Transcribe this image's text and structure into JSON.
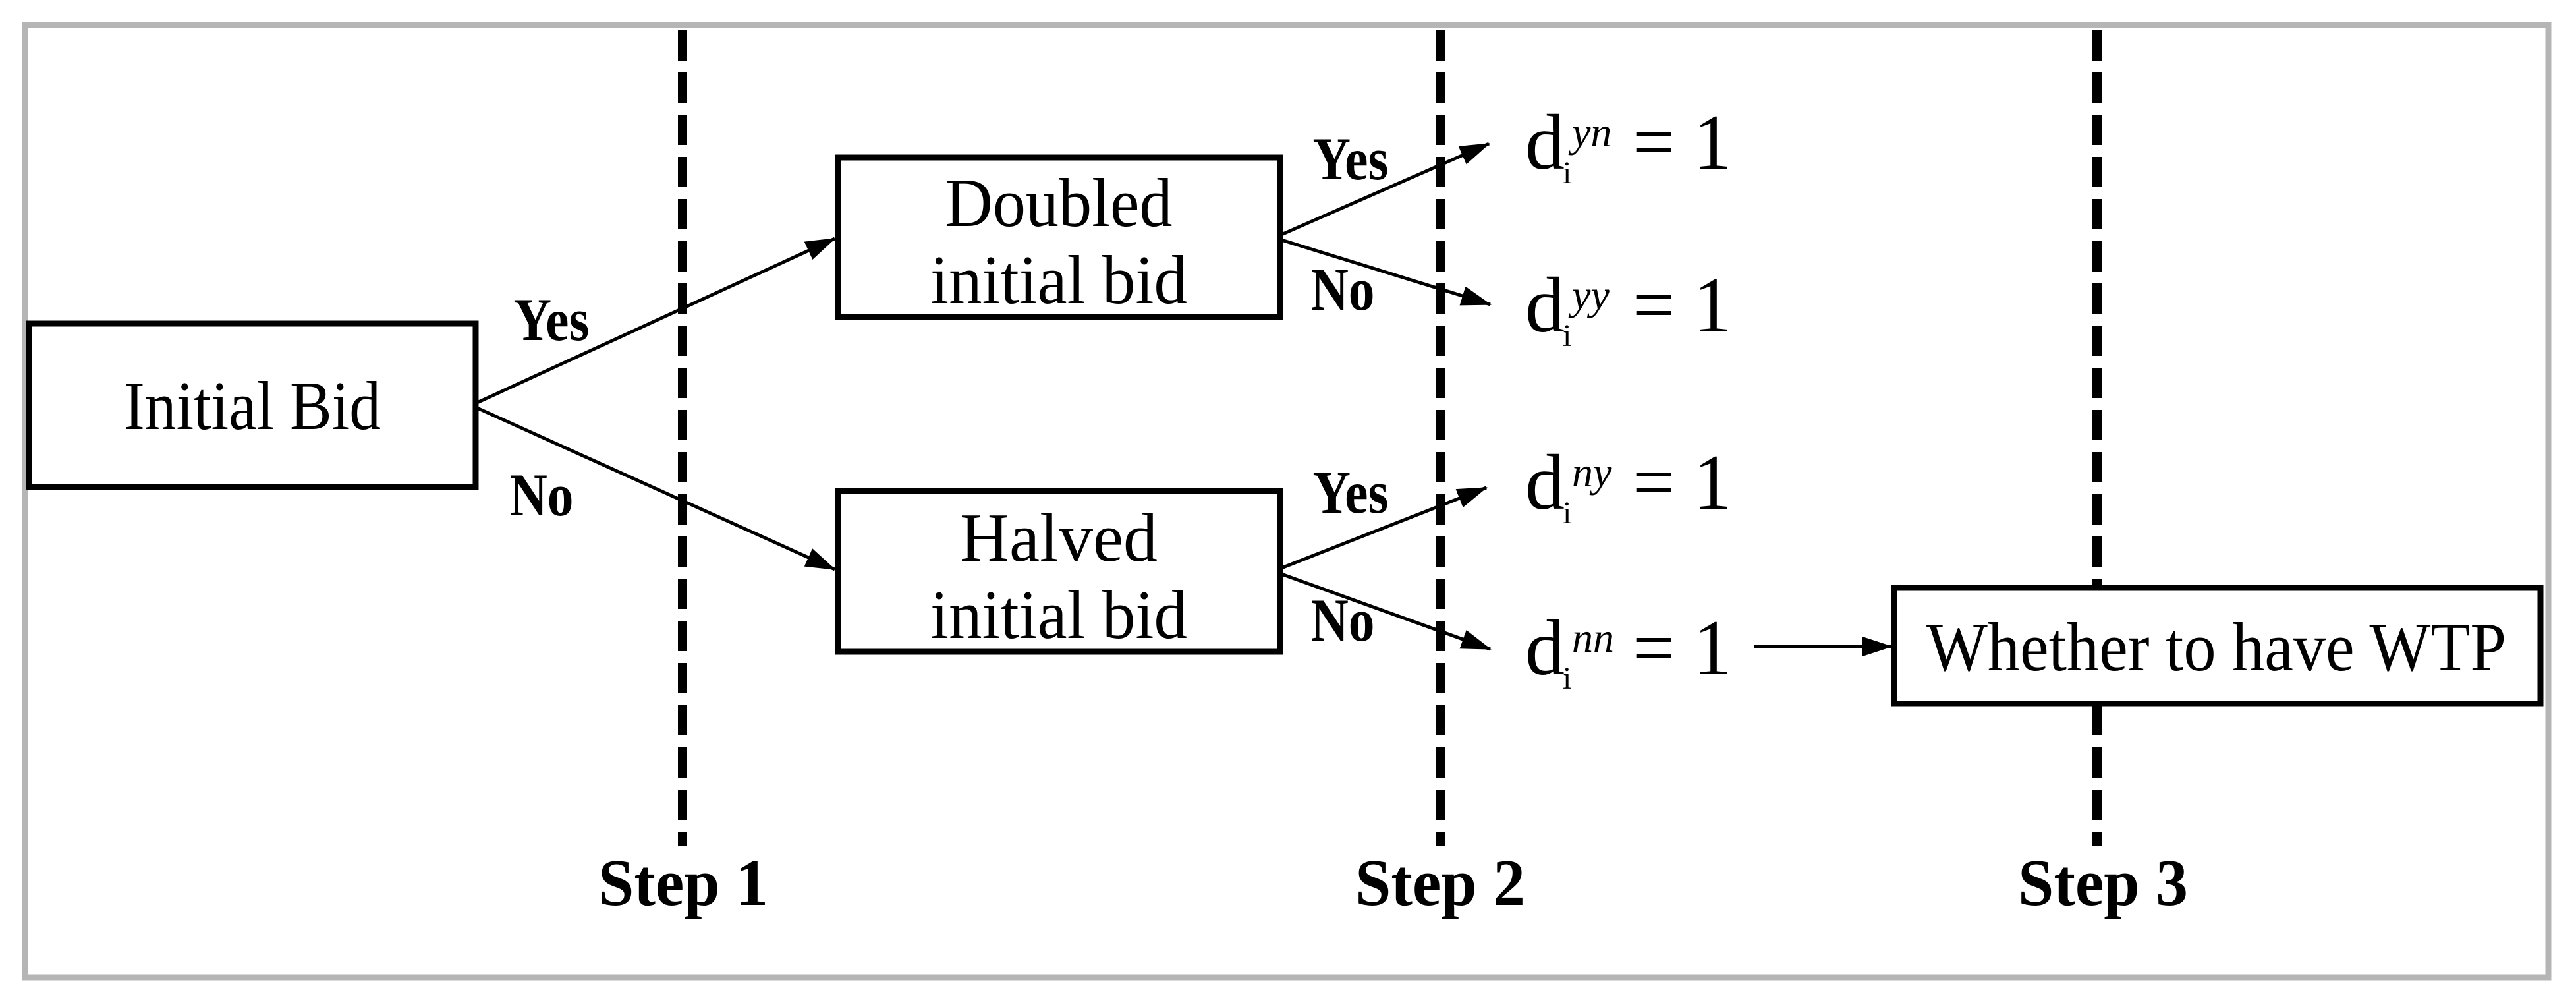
{
  "figure": {
    "background": "#ffffff",
    "border_color": "#b5b5b5",
    "ink_color": "#000000"
  },
  "boxes": {
    "initial_bid": {
      "label": "Initial Bid"
    },
    "doubled_bid": {
      "line1": "Doubled",
      "line2": "initial bid"
    },
    "halved_bid": {
      "line1": "Halved",
      "line2": "initial bid"
    },
    "wtp": {
      "label": "Whether to have WTP"
    }
  },
  "branch_labels": {
    "yes": "Yes",
    "no": "No"
  },
  "outcomes": [
    {
      "base": "d",
      "sub": "i",
      "sup": "yn",
      "eq": "= 1"
    },
    {
      "base": "d",
      "sub": "i",
      "sup": "yy",
      "eq": "= 1"
    },
    {
      "base": "d",
      "sub": "i",
      "sup": "ny",
      "eq": "= 1"
    },
    {
      "base": "d",
      "sub": "i",
      "sup": "nn",
      "eq": "= 1"
    }
  ],
  "steps": [
    {
      "label": "Step 1"
    },
    {
      "label": "Step 2"
    },
    {
      "label": "Step 3"
    }
  ]
}
